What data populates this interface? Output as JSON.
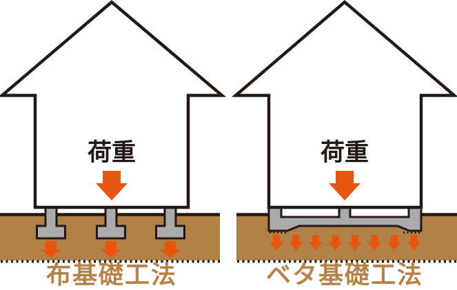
{
  "left_panel": {
    "load_label": "荷重",
    "caption": "布基礎工法",
    "footing_count": 3,
    "soil_arrow_count": 3
  },
  "right_panel": {
    "load_label": "荷重",
    "caption": "ベタ基礎工法",
    "soil_arrow_count": 8
  },
  "colors": {
    "outline": "#231815",
    "orange": "#e8550f",
    "ground": "#b28147",
    "concrete": "#ababac",
    "caption": "#b5834a",
    "house_fill": "#ffffff"
  }
}
